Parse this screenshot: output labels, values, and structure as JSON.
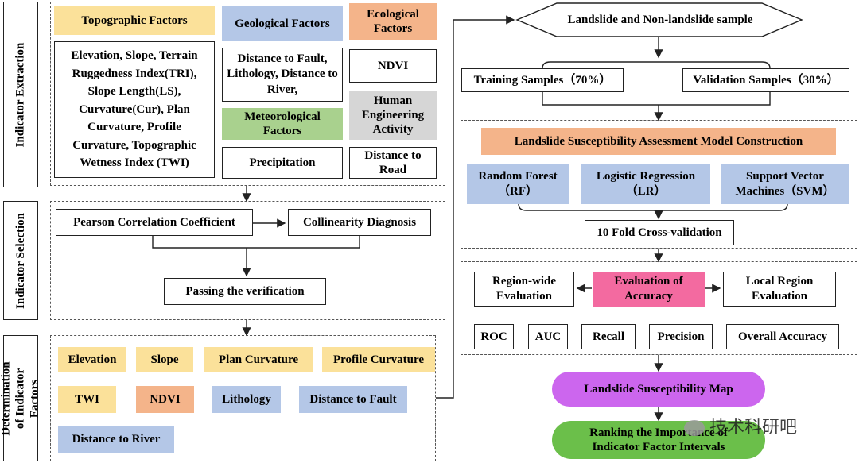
{
  "side_labels": {
    "extraction": "Indicator Extraction",
    "selection": "Indicator Selection",
    "determination": "Determination of Indicator Factors"
  },
  "extraction": {
    "topographic_header": "Topographic Factors",
    "topographic_list": "Elevation, Slope, Terrain Ruggedness Index(TRI), Slope Length(LS), Curvature(Cur), Plan Curvature, Profile Curvature, Topographic Wetness Index (TWI)",
    "geological_header": "Geological Factors",
    "geological_list": "Distance to Fault, Lithology, Distance to River,",
    "ecological_header": "Ecological Factors",
    "ecological_list": "NDVI",
    "meteorological_header": "Meteorological Factors",
    "meteorological_list": "Precipitation",
    "human_header": "Human Engineering Activity",
    "human_list": "Distance to Road"
  },
  "selection": {
    "pearson": "Pearson Correlation Coefficient",
    "collinearity": "Collinearity Diagnosis",
    "passing": "Passing the verification"
  },
  "factors": {
    "elevation": "Elevation",
    "slope": "Slope",
    "plan_curvature": "Plan Curvature",
    "profile_curvature": "Profile Curvature",
    "twi": "TWI",
    "ndvi": "NDVI",
    "lithology": "Lithology",
    "distance_fault": "Distance to Fault",
    "distance_river": "Distance to River"
  },
  "model": {
    "sample": "Landslide and Non-landslide sample",
    "training": "Training Samples（70%）",
    "validation": "Validation Samples（30%）",
    "construction": "Landslide Susceptibility Assessment Model Construction",
    "rf": "Random Forest （RF）",
    "lr": "Logistic Regression （LR）",
    "svm": "Support Vector Machines（SVM）",
    "cross_validation": "10 Fold Cross-validation"
  },
  "evaluation": {
    "region_wide": "Region-wide Evaluation",
    "accuracy": "Evaluation of Accuracy",
    "local": "Local Region Evaluation",
    "roc": "ROC",
    "auc": "AUC",
    "recall": "Recall",
    "precision": "Precision",
    "overall": "Overall Accuracy"
  },
  "outputs": {
    "map": "Landslide Susceptibility Map",
    "ranking": "Ranking the Importance of Indicator Factor Intervals"
  },
  "watermark": "技术科研吧",
  "colors": {
    "yellow": "#fbe19a",
    "blue": "#b4c7e7",
    "orange": "#f4b48a",
    "green": "#a9d18e",
    "gray": "#d6d6d6",
    "pink": "#f36aa0",
    "purple": "#cc66ee",
    "dark_green": "#6bbf4a"
  }
}
